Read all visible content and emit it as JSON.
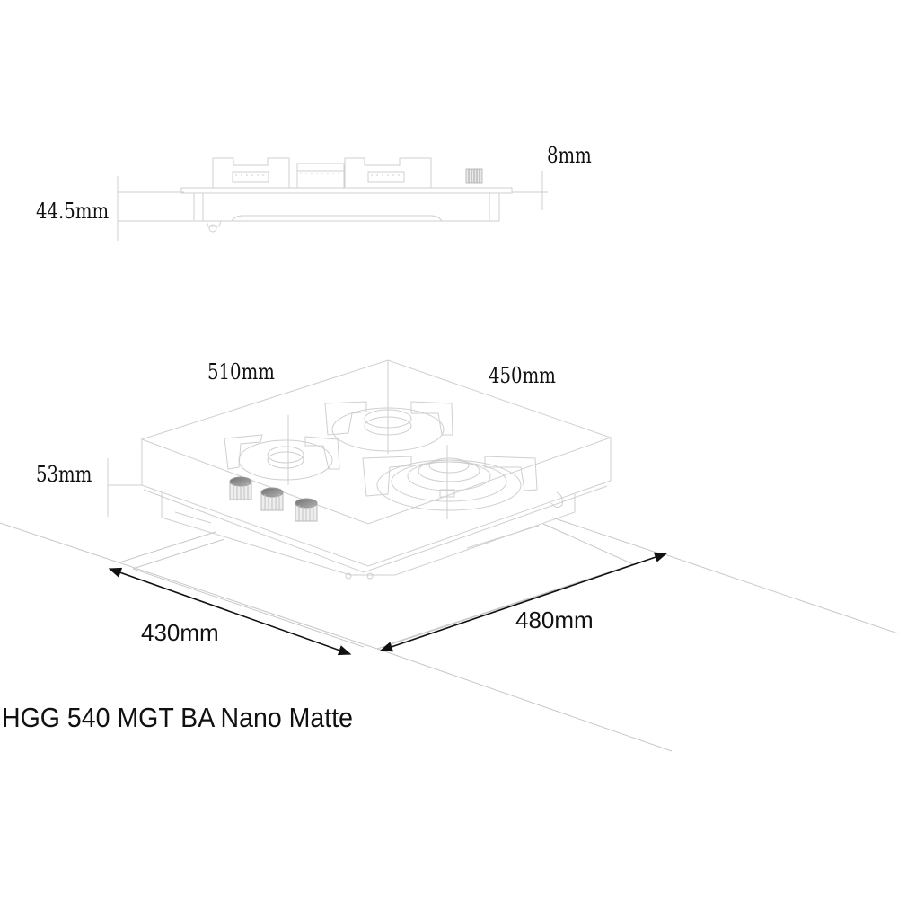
{
  "product": {
    "model_title": "HGG 540 MGT BA Nano Matte"
  },
  "side_view": {
    "dimensions": {
      "total_height": "44.5mm",
      "glass_thickness": "8mm"
    }
  },
  "iso_view": {
    "dimensions": {
      "width": "510mm",
      "depth": "450mm",
      "height": "53mm"
    },
    "burners": 3,
    "knobs": 3
  },
  "cutout": {
    "dimensions": {
      "depth": "430mm",
      "width": "480mm"
    }
  },
  "colors": {
    "line": "#c8c8c8",
    "dark_line": "#111111",
    "text": "#111111",
    "knob": "#8a8a8a"
  }
}
